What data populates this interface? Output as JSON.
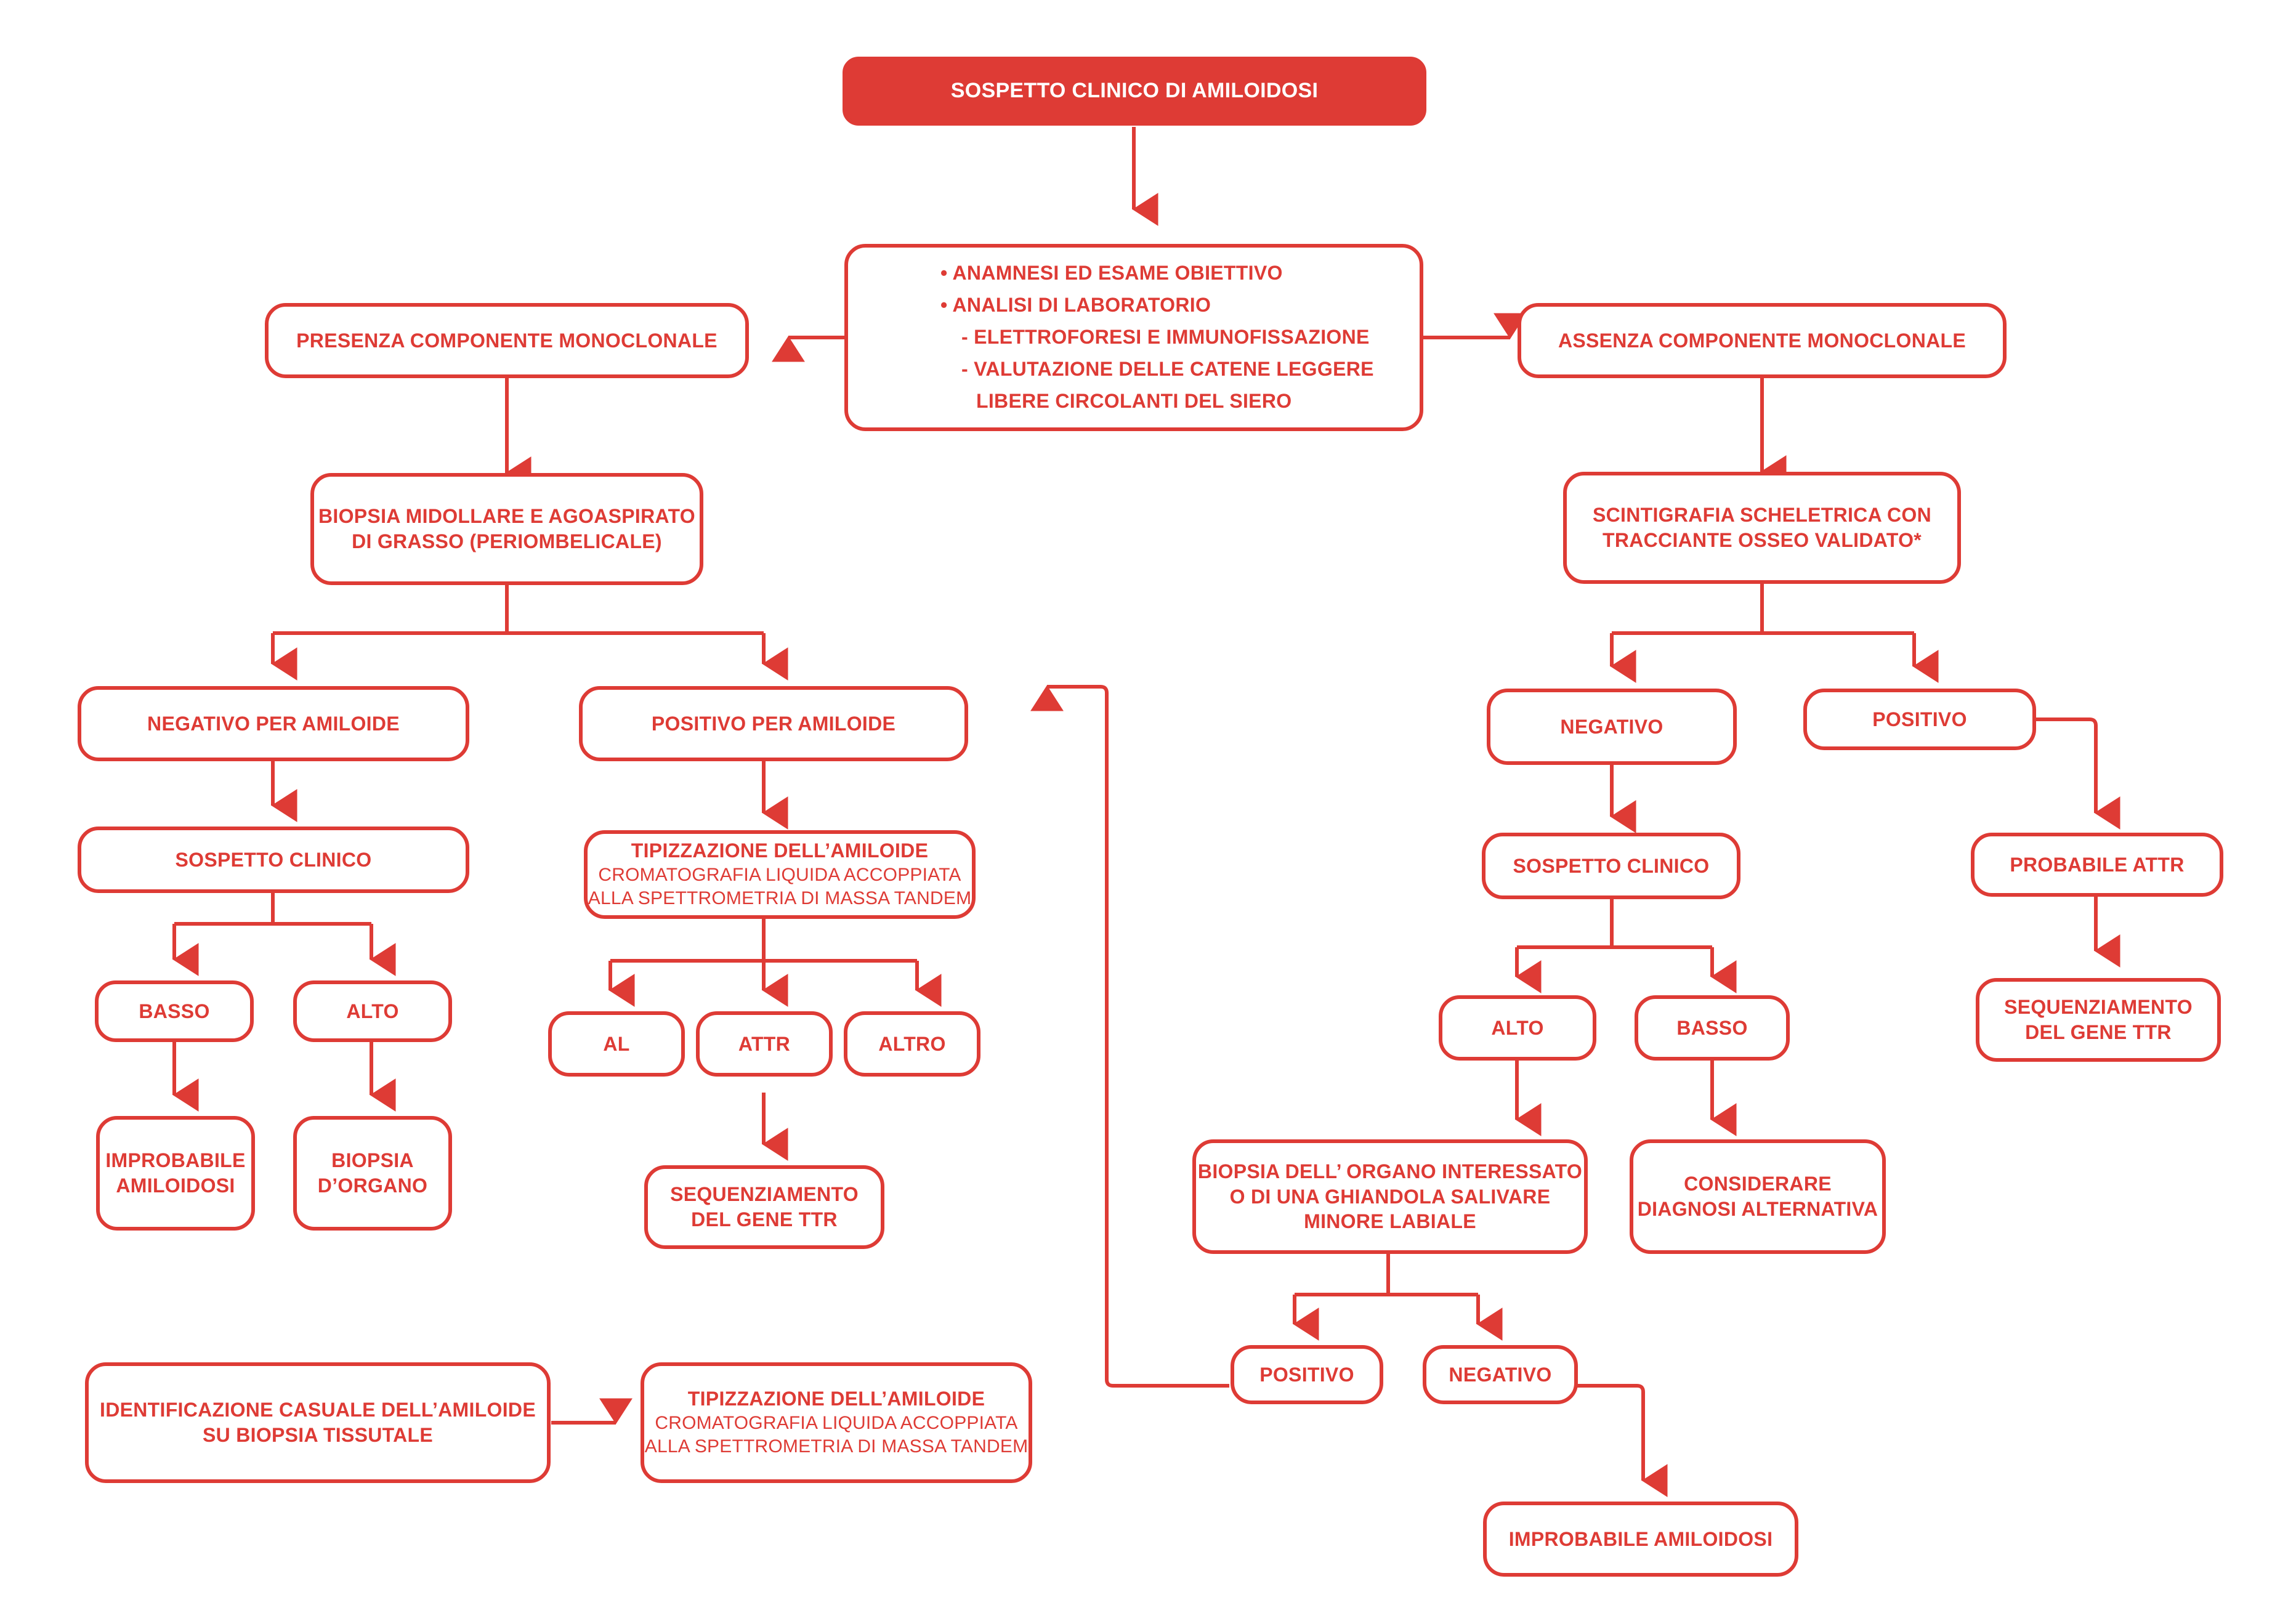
{
  "diagram": {
    "title": "SOSPETTO CLINICO DI AMILOIDOSI",
    "accent_color": "#DE3B35",
    "background_color": "#FFFFFF",
    "language": "it"
  },
  "nodes": {
    "root": {
      "label": "SOSPETTO CLINICO DI AMILOIDOSI"
    },
    "workup": {
      "line1": "• ANAMNESI ED ESAME OBIETTIVO",
      "line2": "• ANALISI DI LABORATORIO",
      "line3": "- ELETTROFORESI E IMMUNOFISSAZIONE",
      "line4": "- VALUTAZIONE DELLE CATENE LEGGERE",
      "line5": "LIBERE CIRCOLANTI DEL SIERO"
    },
    "presenza_mc": {
      "label": "PRESENZA COMPONENTE MONOCLONALE"
    },
    "assenza_mc": {
      "label": "ASSENZA COMPONENTE MONOCLONALE"
    },
    "biopsia_midollare": {
      "line1": "BIOPSIA MIDOLLARE E AGOASPIRATO",
      "line2": "DI GRASSO (PERIOMBELICALE)"
    },
    "scintigrafia": {
      "line1": "SCINTIGRAFIA SCHELETRICA CON",
      "line2": "TRACCIANTE OSSEO VALIDATO*"
    },
    "negativo_amiloide": {
      "label": "NEGATIVO PER AMILOIDE"
    },
    "positivo_amiloide": {
      "label": "POSITIVO PER AMILOIDE"
    },
    "sospetto_clinico_left": {
      "label": "SOSPETTO CLINICO"
    },
    "tipizzazione_left": {
      "line1": "TIPIZZAZIONE DELL’AMILOIDE",
      "line2": "CROMATOGRAFIA LIQUIDA ACCOPPIATA",
      "line3": "ALLA SPETTROMETRIA DI MASSA TANDEM"
    },
    "basso_left": {
      "label": "BASSO"
    },
    "alto_left": {
      "label": "ALTO"
    },
    "improbabile_left": {
      "line1": "IMPROBABILE",
      "line2": "AMILOIDOSI"
    },
    "biopsia_organo": {
      "line1": "BIOPSIA",
      "line2": "D’ORGANO"
    },
    "al": {
      "label": "AL"
    },
    "attr": {
      "label": "ATTR"
    },
    "altro": {
      "label": "ALTRO"
    },
    "sequenziamento_left": {
      "line1": "SEQUENZIAMENTO",
      "line2": "DEL GENE TTR"
    },
    "negativo_scinti": {
      "label": "NEGATIVO"
    },
    "positivo_scinti": {
      "label": "POSITIVO"
    },
    "sospetto_clinico_right": {
      "label": "SOSPETTO CLINICO"
    },
    "probabile_attr": {
      "label": "PROBABILE ATTR"
    },
    "alto_right": {
      "label": "ALTO"
    },
    "basso_right": {
      "label": "BASSO"
    },
    "sequenziamento_right": {
      "line1": "SEQUENZIAMENTO",
      "line2": "DEL GENE TTR"
    },
    "biopsia_organo_salivare": {
      "line1": "BIOPSIA DELL’ ORGANO INTERESSATO",
      "line2": "O DI UNA GHIANDOLA SALIVARE",
      "line3": "MINORE LABIALE"
    },
    "considerare_alt": {
      "line1": "CONSIDERARE",
      "line2": "DIAGNOSI ALTERNATIVA"
    },
    "positivo_biopsia": {
      "label": "POSITIVO"
    },
    "negativo_biopsia": {
      "label": "NEGATIVO"
    },
    "improbabile_right": {
      "label": "IMPROBABILE AMILOIDOSI"
    },
    "identificazione_casuale": {
      "line1": "IDENTIFICAZIONE CASUALE DELL’AMILOIDE",
      "line2": "SU BIOPSIA TISSUTALE"
    },
    "tipizzazione_bottom": {
      "line1": "TIPIZZAZIONE DELL’AMILOIDE",
      "line2": "CROMATOGRAFIA LIQUIDA ACCOPPIATA",
      "line3": "ALLA SPETTROMETRIA DI MASSA TANDEM"
    }
  }
}
